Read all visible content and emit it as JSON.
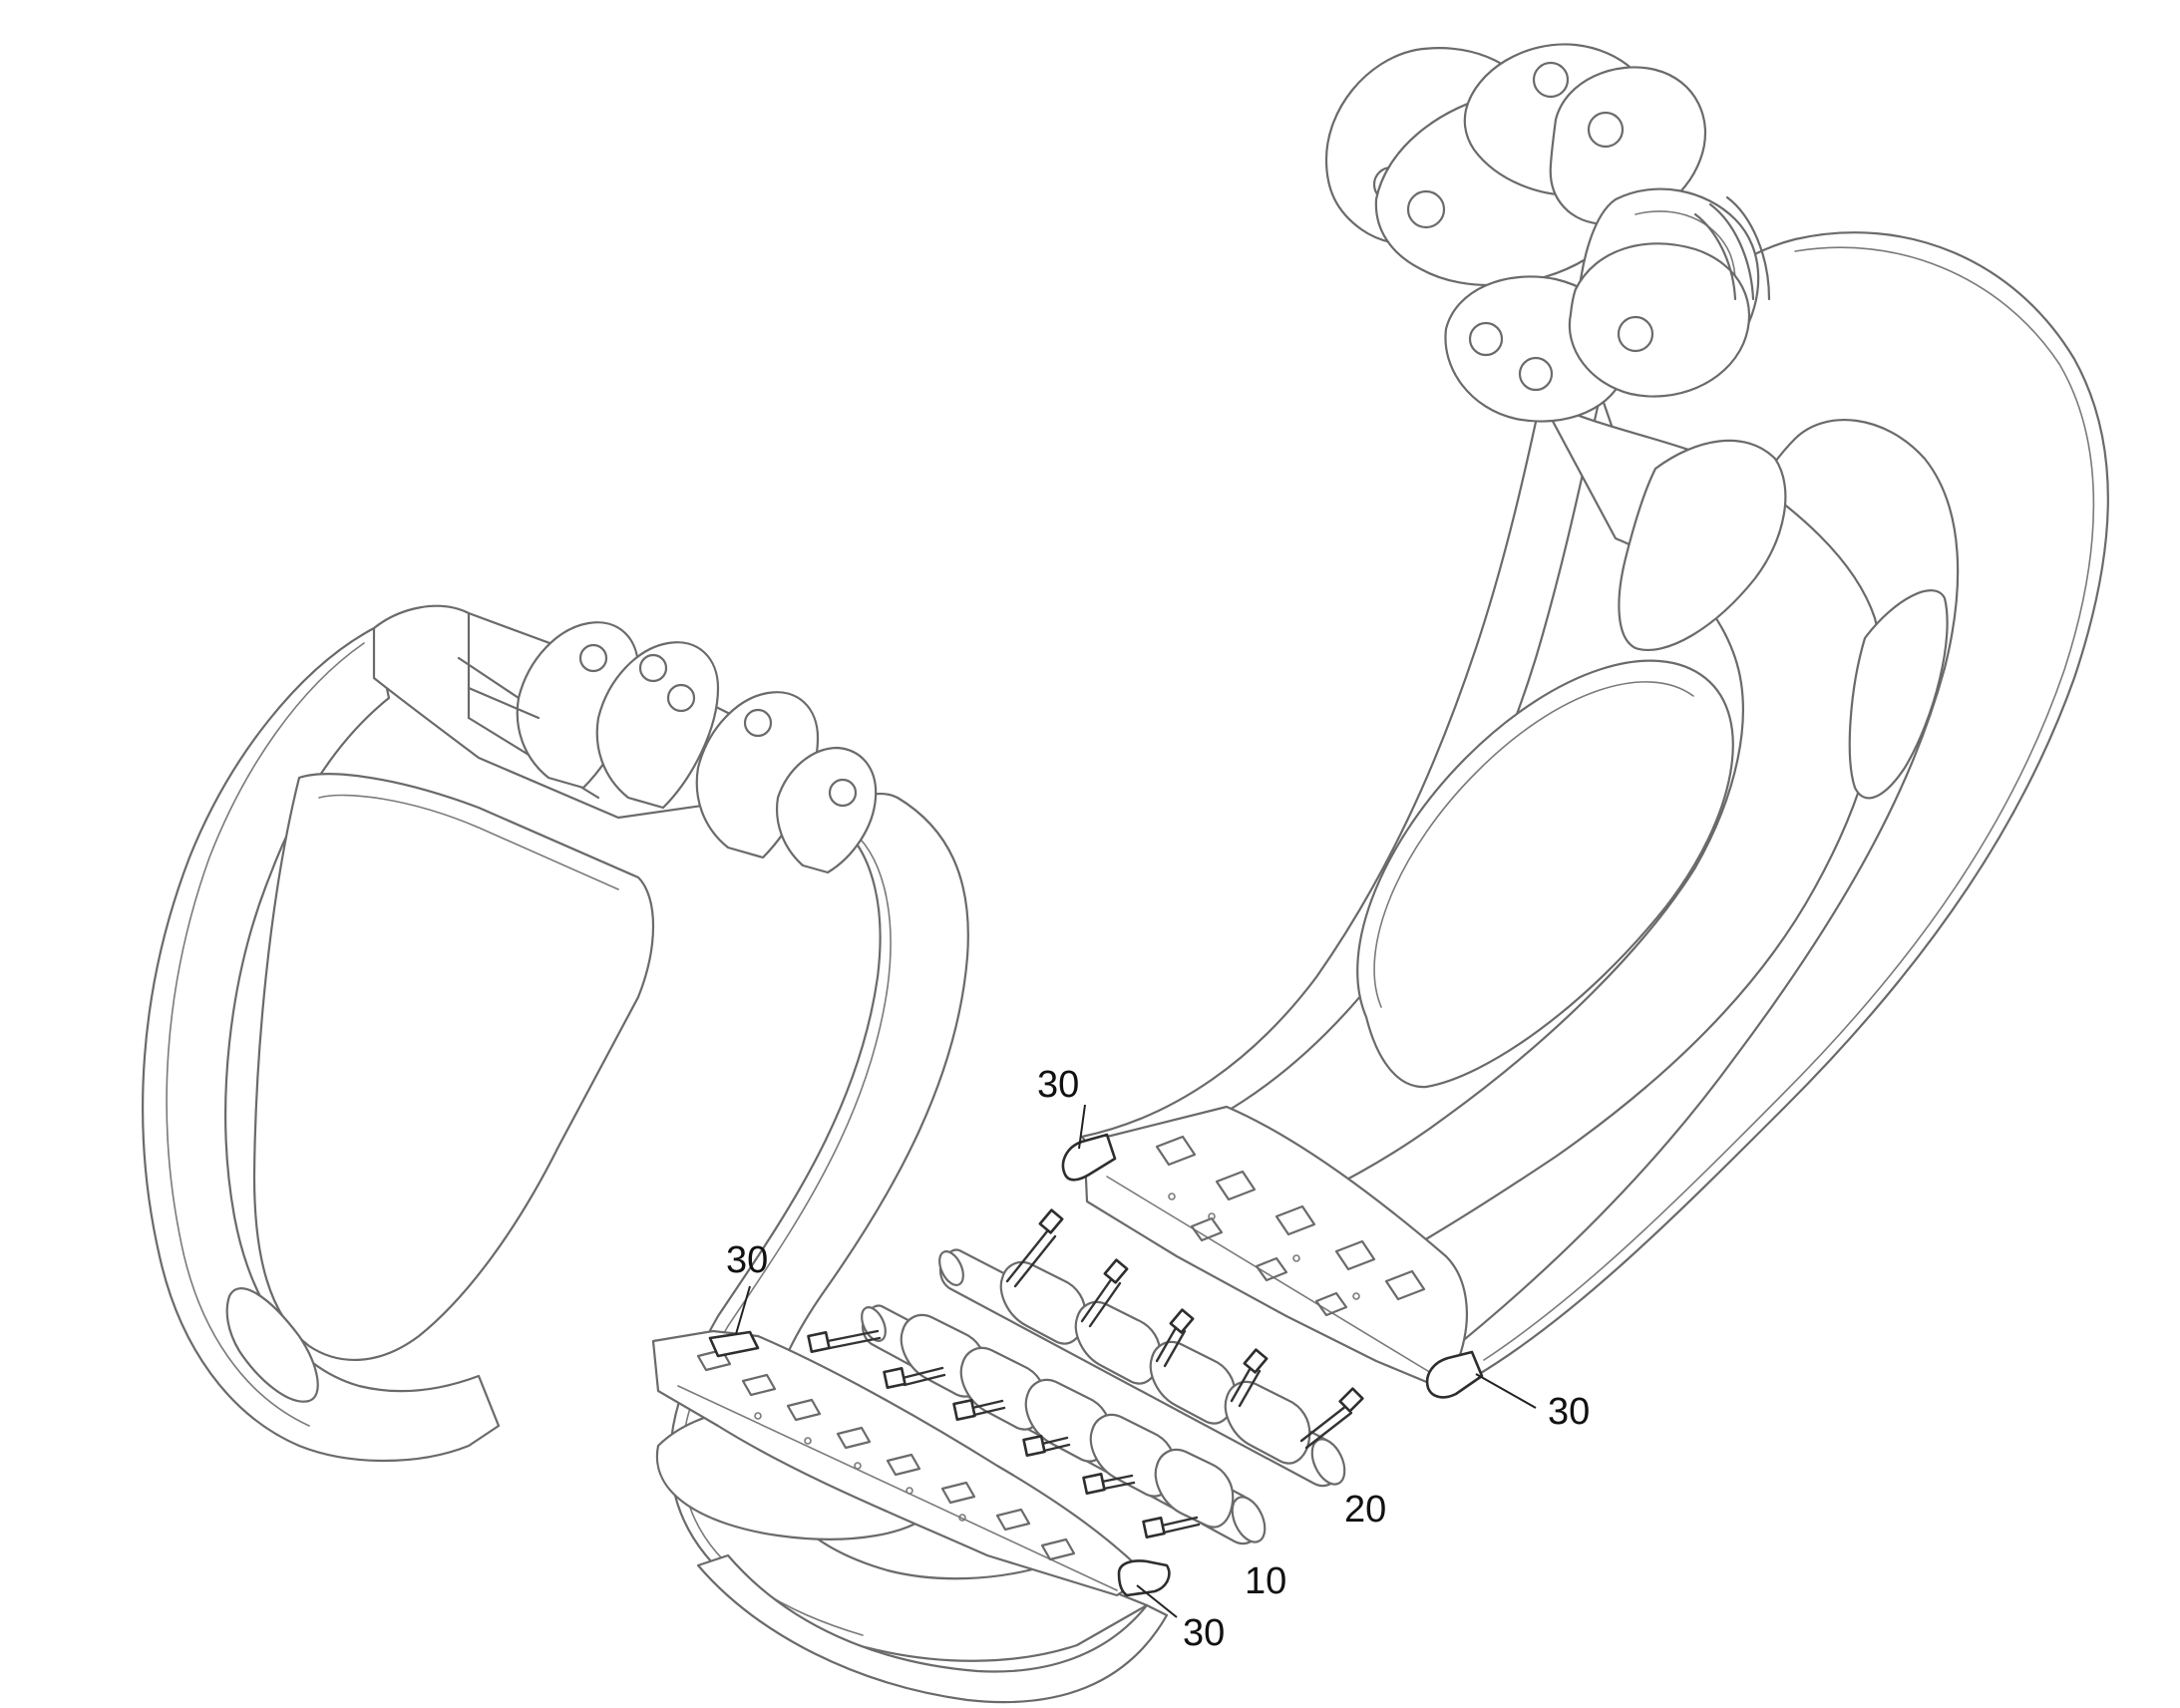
{
  "diagram": {
    "type": "exploded-assembly-drawing",
    "background": "#ffffff",
    "line_color": "#6a6a6a",
    "callouts": [
      {
        "id": "callout-30-upper-right",
        "label": "30"
      },
      {
        "id": "callout-30-left",
        "label": "30"
      },
      {
        "id": "callout-30-right",
        "label": "30"
      },
      {
        "id": "callout-20",
        "label": "20"
      },
      {
        "id": "callout-10",
        "label": "10"
      },
      {
        "id": "callout-30-bottom",
        "label": "30"
      }
    ]
  }
}
